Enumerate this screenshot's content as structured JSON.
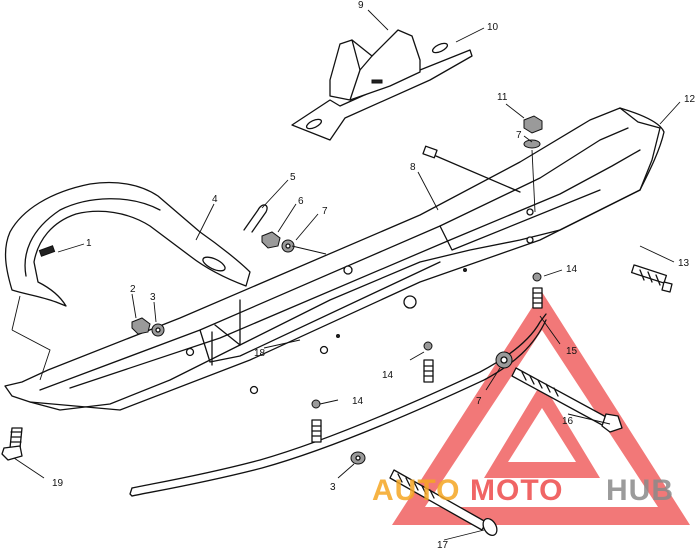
{
  "callouts": [
    "1",
    "2",
    "3",
    "3",
    "4",
    "5",
    "6",
    "7",
    "7",
    "7",
    "8",
    "9",
    "10",
    "11",
    "12",
    "13",
    "14",
    "14",
    "14",
    "15",
    "16",
    "17",
    "18",
    "19"
  ],
  "watermark": {
    "part1": "AUTO",
    "part2": "MOTO",
    "part3": "HUB",
    "color_orange": "#f5a623",
    "color_red": "#ee4b4b",
    "color_gray": "#8a8a8a"
  }
}
